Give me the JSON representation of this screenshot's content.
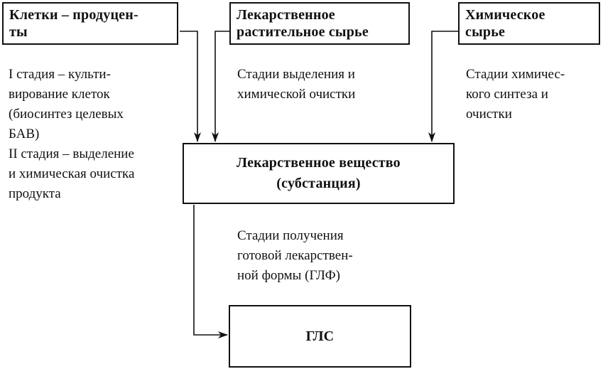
{
  "nodes": {
    "cells": {
      "label": "Клетки  –  продуцен-\nты"
    },
    "plant": {
      "label": "Лекарственное\nрастительное  сырье"
    },
    "chemical": {
      "label": "Химическое\nсырье"
    },
    "substance": {
      "label": "Лекарственное  вещество\n(субстанция)"
    },
    "gls": {
      "label": "ГЛС"
    }
  },
  "notes": {
    "cells_stages": "I стадия – культи-\nвирование клеток\n(биосинтез целевых\nБАВ)\nII стадия – выделение\nи химическая очистка\nпродукта",
    "plant_stages": "Стадии выделения и\nхимической очистки",
    "chemical_stages": "Стадии химичес-\nкого синтеза  и\nочистки",
    "final_stages": "Стадии получения\nготовой лекарствен-\nной формы (ГЛФ)"
  }
}
